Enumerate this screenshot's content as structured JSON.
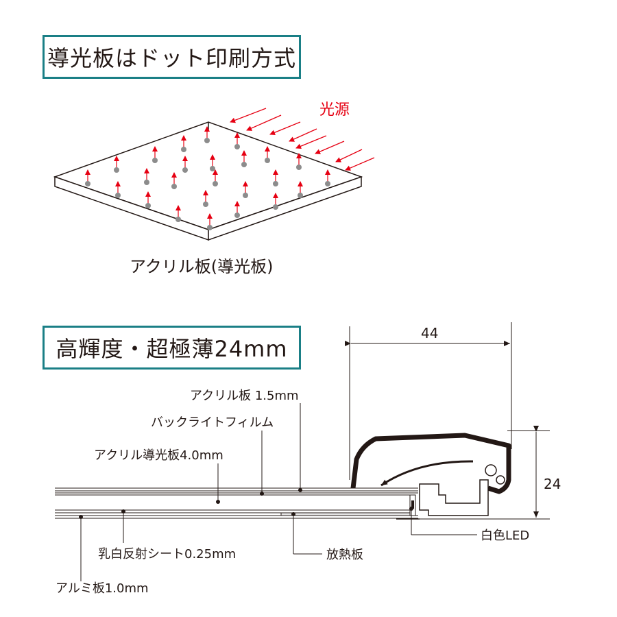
{
  "section1": {
    "title": "導光板はドット印刷方式",
    "light_source_label": "光源",
    "plate_caption": "アクリル板(導光板)"
  },
  "section2": {
    "title": "高輝度・超極薄24mm",
    "dimension_width": "44",
    "dimension_height": "24",
    "labels": {
      "acrylic_plate": "アクリル板 1.5mm",
      "backlight_film": "バックライトフィルム",
      "light_guide": "アクリル導光板4.0mm",
      "reflect_sheet": "乳白反射シート0.25mm",
      "heat_sink": "放熱板",
      "aluminum_plate": "アルミ板1.0mm",
      "white_led": "白色LED"
    }
  },
  "colors": {
    "title_border": "#1a7f86",
    "arrow_red": "#e60012",
    "dot_gray": "#8c8c8c",
    "line_dark": "#231815"
  }
}
